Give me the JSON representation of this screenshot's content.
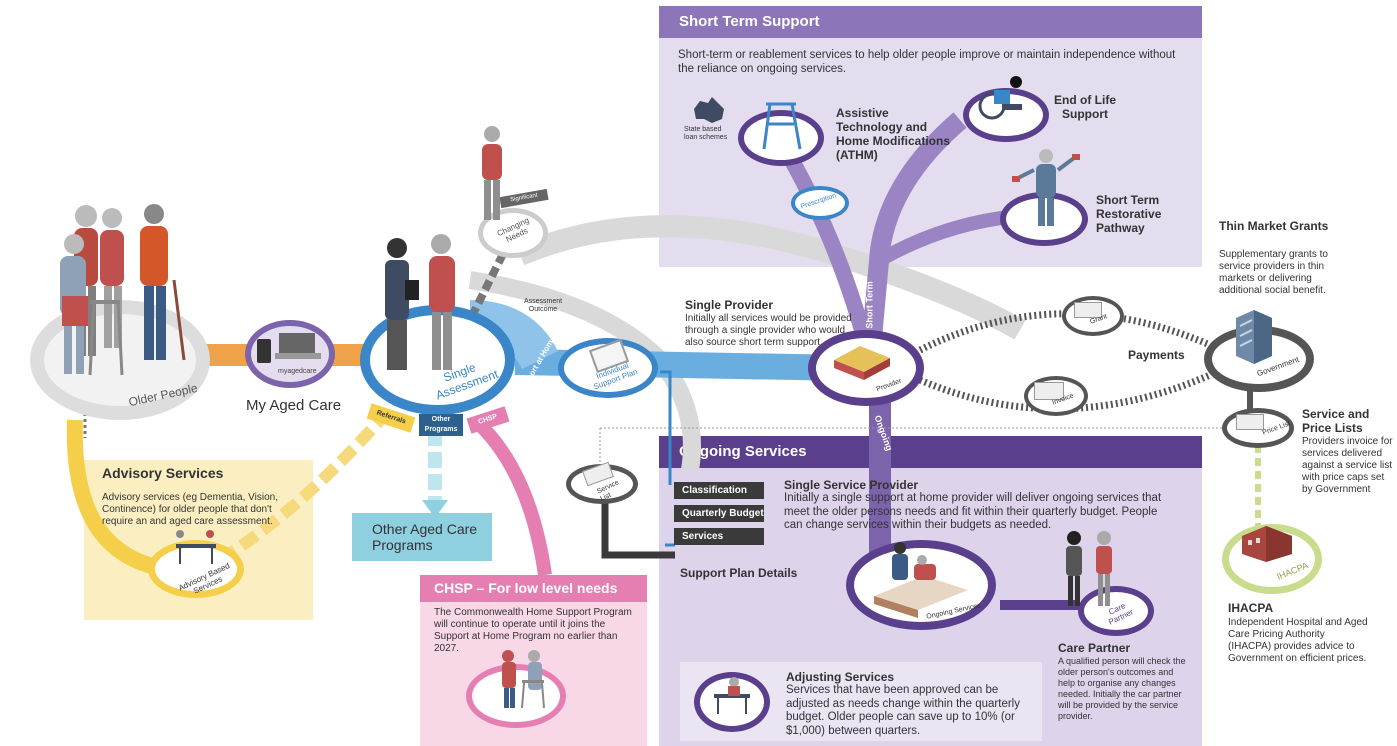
{
  "short_term": {
    "title": "Short Term Support",
    "desc": "Short-term or reablement services to help older people improve or maintain independence without the reliance on ongoing services.",
    "state_loan": "State based loan schemes",
    "athm": "Assistive Technology and Home Modifications (ATHM)",
    "end_of_life": "End of Life Support",
    "restorative": "Short Term Restorative Pathway",
    "prescription": "Prescription",
    "short_term_label": "Short Term"
  },
  "thin_market": {
    "title": "Thin Market Grants",
    "desc": "Supplementary grants to service providers in thin markets or delivering additional social benefit."
  },
  "single_provider": {
    "title": "Single Provider",
    "desc": "Initially all services would be provided through a single provider who would also source short term support."
  },
  "payments": "Payments",
  "grant": "Grant",
  "invoice": "Invoice",
  "provider": "Provider",
  "government": "Government",
  "price_list": "Price List",
  "service_price": {
    "title": "Service and Price Lists",
    "desc": "Providers invoice for services delivered against a service list with price caps set by Government"
  },
  "ihacpa": {
    "badge": "IHACPA",
    "title": "IHACPA",
    "desc": "Independent Hospital and Aged Care Pricing Authority (IHACPA) provides advice to Government on efficient prices."
  },
  "older_people": "Older People",
  "my_aged_care": "My Aged Care",
  "myagedcare_small": "myagedcare",
  "single_assessment": "Single Assessment",
  "assessment_outcome": "Assessment Outcome",
  "changing_needs": "Changing Needs",
  "significant": "Significant",
  "support_at_home": "Support at Home",
  "referrals": "Referrals",
  "other_programs": "Other Programs",
  "chsp_tag": "CHSP",
  "isp": "Individual Support Plan",
  "ongoing_label": "Ongoing",
  "advisory": {
    "title": "Advisory Services",
    "desc": "Advisory services (eg Dementia, Vision, Continence) for older people that don't require an and aged care assessment.",
    "based": "Advisory Based Services"
  },
  "other_aged_care": "Other Aged Care Programs",
  "chsp": {
    "title": "CHSP – For low level needs",
    "desc": "The Commonwealth Home Support Program will continue to operate until it joins the Support at Home Program no earlier than 2027."
  },
  "service_list": "Service List",
  "support_plan_details": "Support Plan Details",
  "plan_items": [
    "Classification",
    "Quarterly Budget",
    "Services"
  ],
  "ongoing": {
    "title": "Ongoing Services",
    "ssp_title": "Single Service Provider",
    "ssp_desc": "Initially a single support at home provider will deliver ongoing services that meet the older persons needs and fit within their quarterly budget. People can change services within their budgets as needed.",
    "ongoing_services": "Ongoing Services",
    "care_partner_badge": "Care Partner",
    "care_partner_title": "Care Partner",
    "care_partner_desc": "A qualified person will check the older person's outcomes and help to organise any changes needed. Initially the car partner will be provided by the service provider.",
    "adjusting_title": "Adjusting Services",
    "adjusting_desc": "Services that have been approved can be adjusted as needs change within the quarterly budget. Older people can save up to 10% (or $1,000) between quarters."
  },
  "colors": {
    "purple_dark": "#5a3f8c",
    "purple_header": "#8c75b8",
    "purple_light": "#e4dcef",
    "blue": "#3a86c8",
    "light_blue": "#8fd0e0",
    "orange": "#f0a24a",
    "yellow": "#f6cf4a",
    "pink": "#e57fb2",
    "green": "#c9dc8c"
  }
}
